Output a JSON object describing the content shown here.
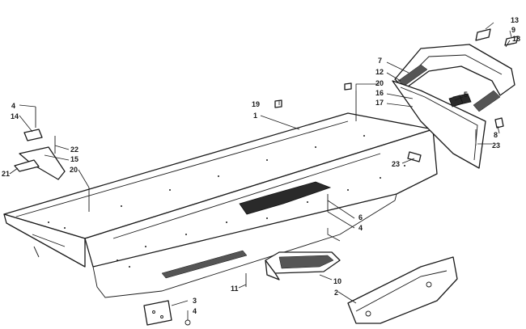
{
  "callouts": {
    "c1": "1",
    "c2": "2",
    "c3": "3",
    "c4a": "4",
    "c4b": "4",
    "c4c": "4",
    "c5": "5",
    "c6": "6",
    "c7": "7",
    "c8": "8",
    "c9": "9",
    "c10": "10",
    "c11": "11",
    "c12": "12",
    "c13": "13",
    "c14": "14",
    "c15": "15",
    "c16": "16",
    "c17": "17",
    "c18": "18",
    "c19": "19",
    "c20a": "20",
    "c20b": "20",
    "c21": "21",
    "c22": "22",
    "c23a": "23",
    "c23b": "23"
  },
  "colors": {
    "line": "#1a1a1a",
    "background": "#ffffff"
  }
}
